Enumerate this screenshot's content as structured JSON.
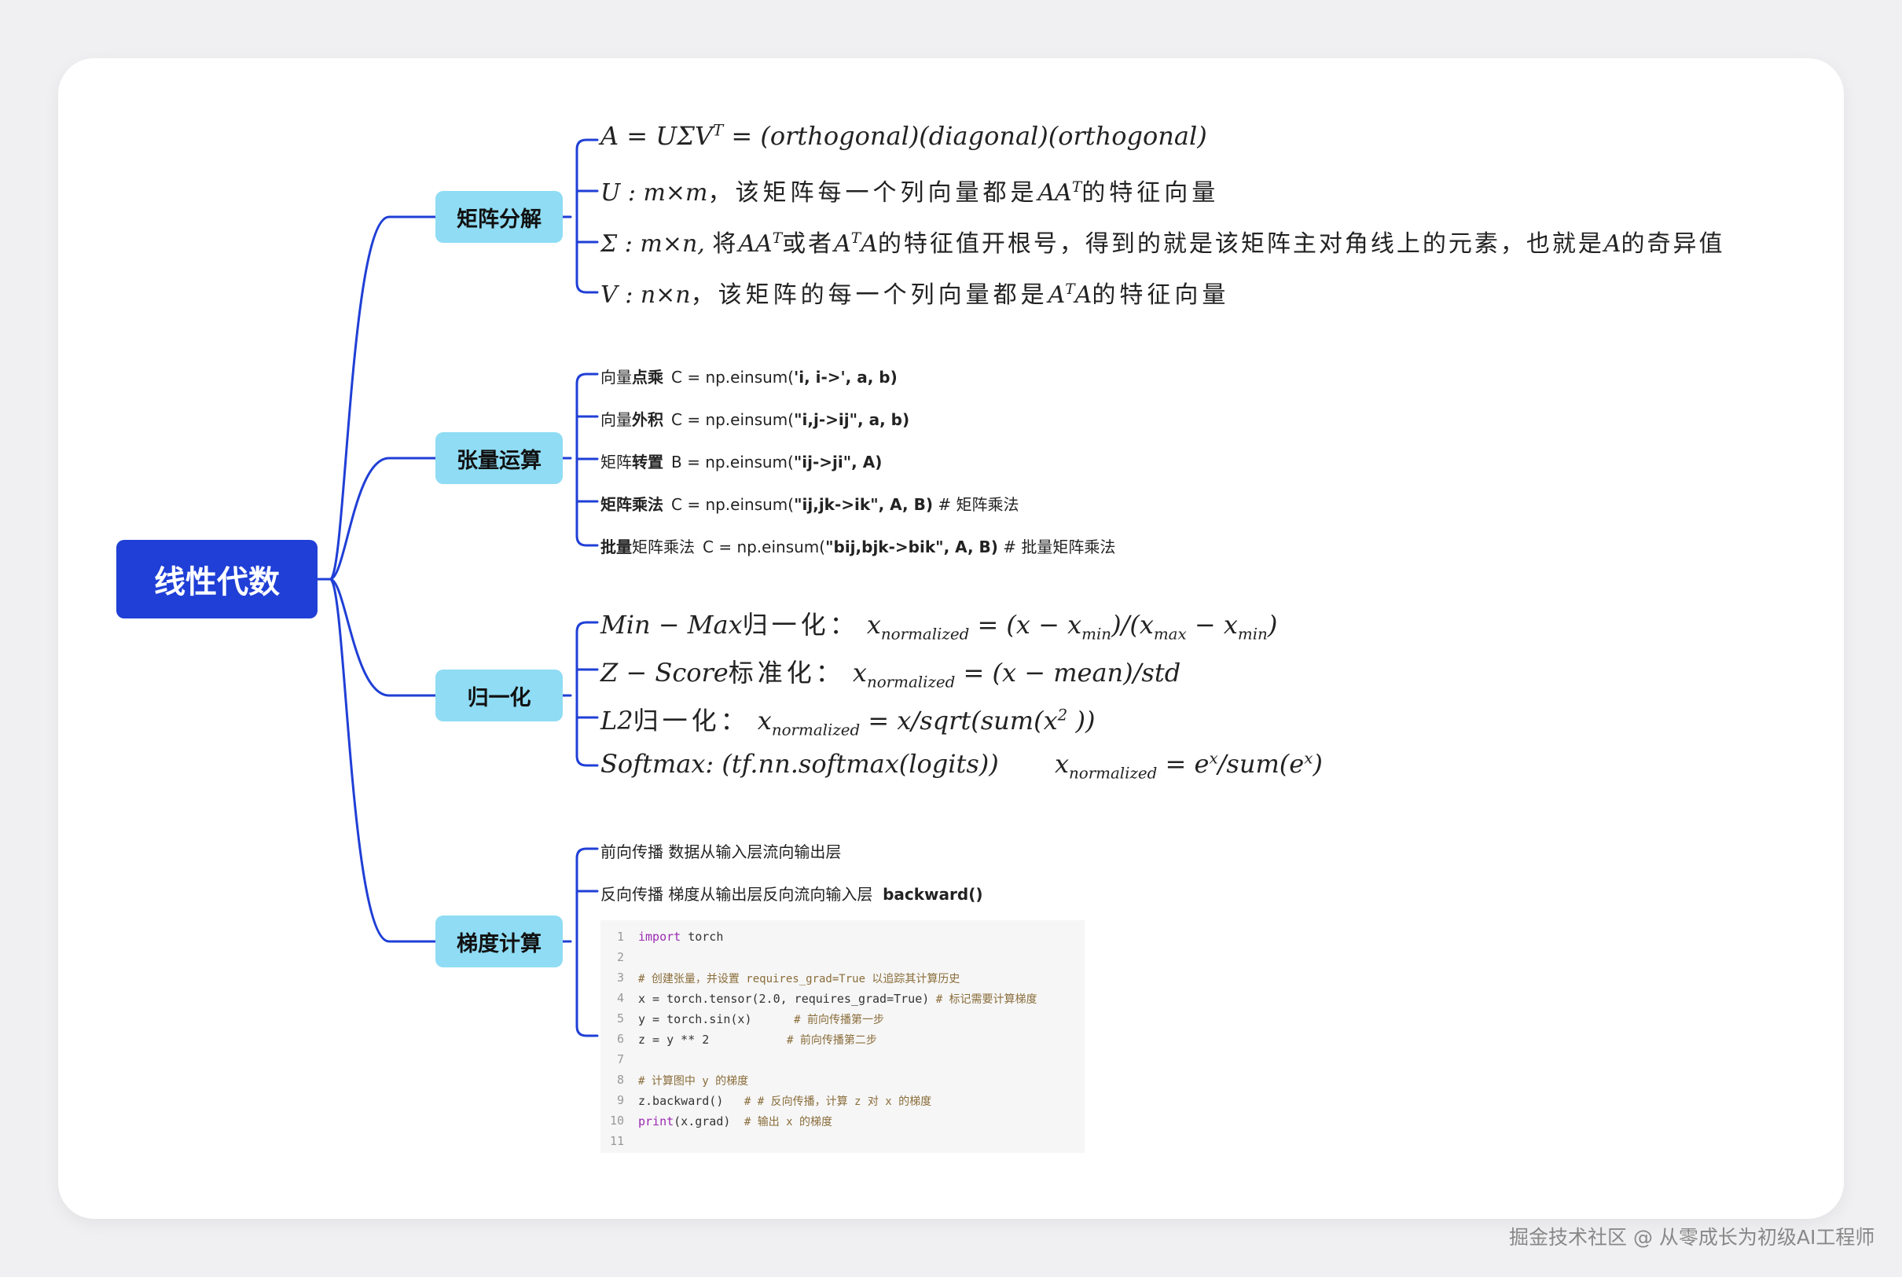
{
  "root": {
    "label": "线性代数"
  },
  "branches": {
    "matrix_decomposition": {
      "label": "矩阵分解",
      "lines": [
        "A = UΣV^T = (orthogonal)(diagonal)(orthogonal)",
        "U : m×m，该矩阵每一个列向量都是AA^T的特征向量",
        "Σ : m×n, 将AA^T或者A^TA的特征值开根号，得到的就是该矩阵主对角线上的元素，也就是A的奇异值",
        "V : n×n，该矩阵的每一个列向量都是A^TA的特征向量"
      ]
    },
    "tensor_ops": {
      "label": "张量运算",
      "items": [
        {
          "plain": "向量",
          "bold": "点乘",
          "plain2": "",
          "code": "C = np.einsum(",
          "arg": "'i, i->'",
          "rest": ", a, b)",
          "comment": ""
        },
        {
          "plain": "向量",
          "bold": "外积",
          "plain2": "",
          "code": "C = np.einsum(",
          "arg": "\"i,j->ij\"",
          "rest": ", a, b)",
          "comment": ""
        },
        {
          "plain": "矩阵",
          "bold": "转置",
          "plain2": "",
          "code": "B = np.einsum(",
          "arg": "\"ij->ji\"",
          "rest": ", A)",
          "comment": ""
        },
        {
          "plain": "",
          "bold": "矩阵乘法",
          "plain2": "",
          "code": "C = np.einsum(",
          "arg": "\"ij,jk->ik\"",
          "rest": ", A, B)",
          "comment": "# 矩阵乘法"
        },
        {
          "plain": "",
          "bold": "批量",
          "plain2": "矩阵乘法",
          "code": "C = np.einsum(",
          "arg": "\"bij,bjk->bik\"",
          "rest": ", A, B)",
          "comment": "# 批量矩阵乘法"
        }
      ]
    },
    "normalization": {
      "label": "归一化",
      "lines": [
        {
          "name": "Min − Max",
          "cn": "归一化：",
          "formula": "x_normalized = (x − x_min)/(x_max − x_min)"
        },
        {
          "name": "Z − Score",
          "cn": "标准化：",
          "formula": "x_normalized = (x − mean)/std"
        },
        {
          "name": "L2",
          "cn": "归一化：",
          "formula": "x_normalized = x/sqrt(sum(x²))"
        },
        {
          "name": "Softmax:",
          "cn": "",
          "formula": "(tf.nn.softmax(logits))      x_normalized = e^x/sum(e^x)"
        }
      ]
    },
    "gradient": {
      "label": "梯度计算",
      "items": [
        {
          "text": "前向传播  数据从输入层流向输出层",
          "bold": ""
        },
        {
          "text": "反向传播  梯度从输出层反向流向输入层",
          "bold": "backward()"
        }
      ],
      "code": [
        {
          "n": "1",
          "kw": "import",
          "text": " torch",
          "comment": ""
        },
        {
          "n": "2",
          "kw": "",
          "text": "",
          "comment": ""
        },
        {
          "n": "3",
          "kw": "",
          "text": "",
          "comment": "# 创建张量，并设置 requires_grad=True 以追踪其计算历史"
        },
        {
          "n": "4",
          "kw": "",
          "text": "x = torch.tensor(2.0, requires_grad=True)",
          "comment": " # 标记需要计算梯度"
        },
        {
          "n": "5",
          "kw": "",
          "text": "y = torch.sin(x)     ",
          "comment": " # 前向传播第一步"
        },
        {
          "n": "6",
          "kw": "",
          "text": "z = y ** 2          ",
          "comment": " # 前向传播第二步"
        },
        {
          "n": "7",
          "kw": "",
          "text": "",
          "comment": ""
        },
        {
          "n": "8",
          "kw": "",
          "text": "",
          "comment": "# 计算图中 y 的梯度"
        },
        {
          "n": "9",
          "kw": "",
          "text": "z.backward()  ",
          "comment": " # # 反向传播，计算 z 对 x 的梯度"
        },
        {
          "n": "10",
          "kw": "print",
          "text": "(x.grad) ",
          "comment": " # 输出 x 的梯度"
        },
        {
          "n": "11",
          "kw": "",
          "text": "",
          "comment": ""
        }
      ]
    }
  },
  "watermark": "掘金技术社区 @ 从零成长为初级AI工程师",
  "colors": {
    "root": "#1f3fd6",
    "branch": "#8fdcf4",
    "connector": "#1f3fd6"
  }
}
